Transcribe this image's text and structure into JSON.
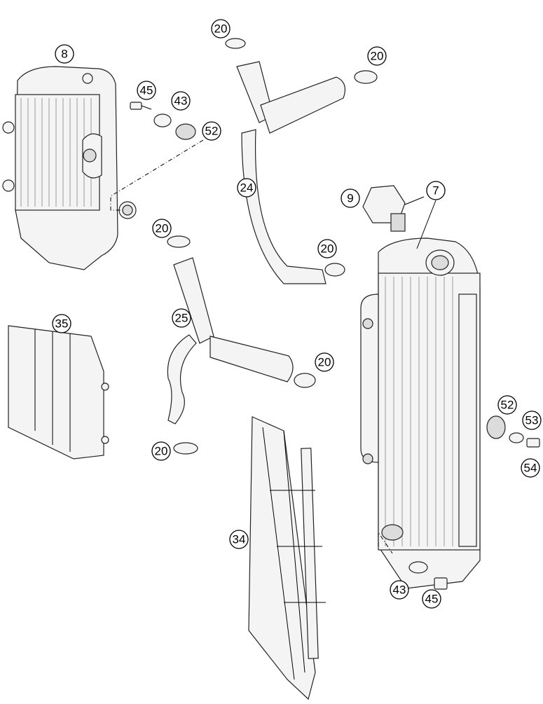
{
  "diagram": {
    "callouts": [
      {
        "id": "c8",
        "label": "8"
      },
      {
        "id": "c45a",
        "label": "45"
      },
      {
        "id": "c43a",
        "label": "43"
      },
      {
        "id": "c52a",
        "label": "52"
      },
      {
        "id": "c20a",
        "label": "20"
      },
      {
        "id": "c20b",
        "label": "20"
      },
      {
        "id": "c24",
        "label": "24"
      },
      {
        "id": "c20c",
        "label": "20"
      },
      {
        "id": "c20d",
        "label": "20"
      },
      {
        "id": "c25",
        "label": "25"
      },
      {
        "id": "c20e",
        "label": "20"
      },
      {
        "id": "c20f",
        "label": "20"
      },
      {
        "id": "c35",
        "label": "35"
      },
      {
        "id": "c34",
        "label": "34"
      },
      {
        "id": "c9",
        "label": "9"
      },
      {
        "id": "c7",
        "label": "7"
      },
      {
        "id": "c52b",
        "label": "52"
      },
      {
        "id": "c53",
        "label": "53"
      },
      {
        "id": "c54",
        "label": "54"
      },
      {
        "id": "c43b",
        "label": "43"
      },
      {
        "id": "c45b",
        "label": "45"
      }
    ]
  }
}
